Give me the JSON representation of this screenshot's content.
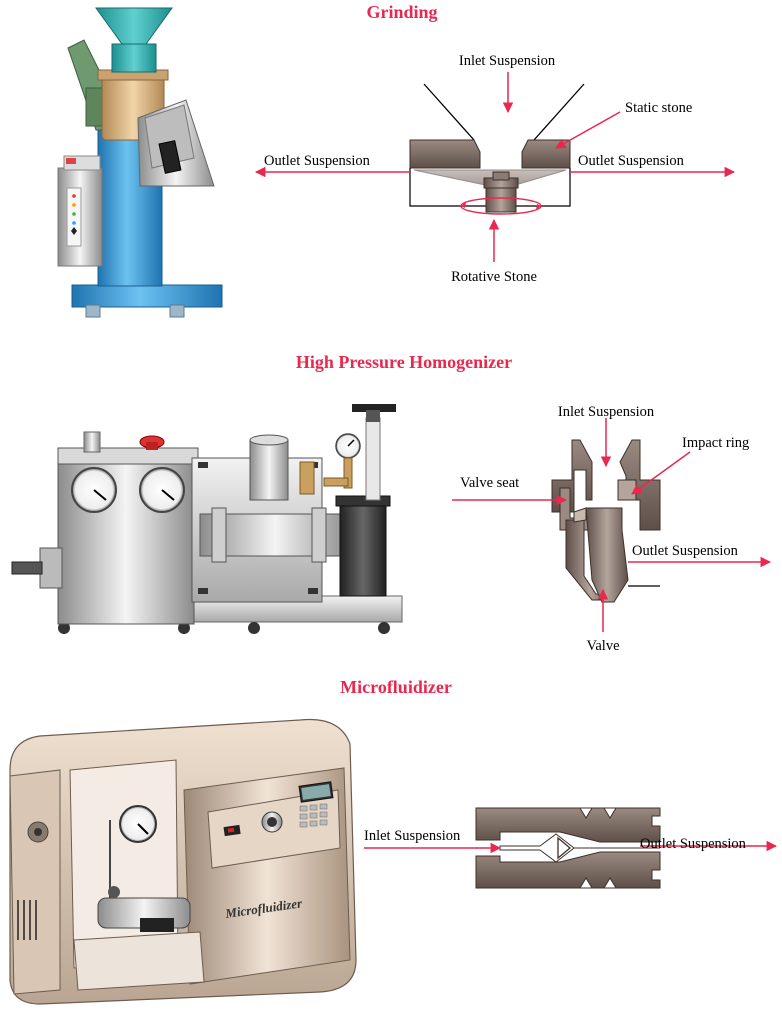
{
  "colors": {
    "title": "#e8284f",
    "arrow": "#e8284f",
    "stone": "#7b6a62",
    "machine_blue": "#3a9fd8",
    "machine_tan": "#d8b98f",
    "machine_gray": "#c9c9c9"
  },
  "grinding": {
    "title": "Grinding",
    "inlet": "Inlet Suspension",
    "static_stone": "Static stone",
    "outlet_left": "Outlet Suspension",
    "outlet_right": "Outlet Suspension",
    "rotative_stone": "Rotative Stone"
  },
  "homogenizer": {
    "title": "High Pressure Homogenizer",
    "inlet": "Inlet Suspension",
    "impact_ring": "Impact ring",
    "valve_seat": "Valve seat",
    "outlet": "Outlet Suspension",
    "valve": "Valve"
  },
  "microfluidizer": {
    "title": "Microfluidizer",
    "machine_label": "Microfluidizer",
    "inlet": "Inlet Suspension",
    "outlet": "Outlet Suspension"
  }
}
